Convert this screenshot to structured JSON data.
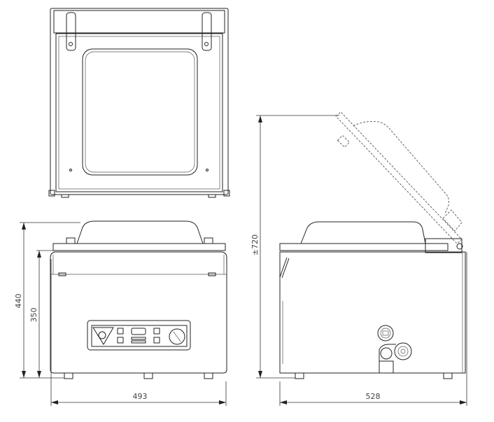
{
  "drawing": {
    "title": "Vacuum packaging machine dimensional drawing",
    "views": [
      "top-view",
      "front-view",
      "side-view"
    ],
    "dimensions": {
      "front_width": "493",
      "side_depth": "528",
      "total_height": "440",
      "body_height": "350",
      "open_lid_height": "±720"
    },
    "units": "mm",
    "line_color": "#222222"
  }
}
